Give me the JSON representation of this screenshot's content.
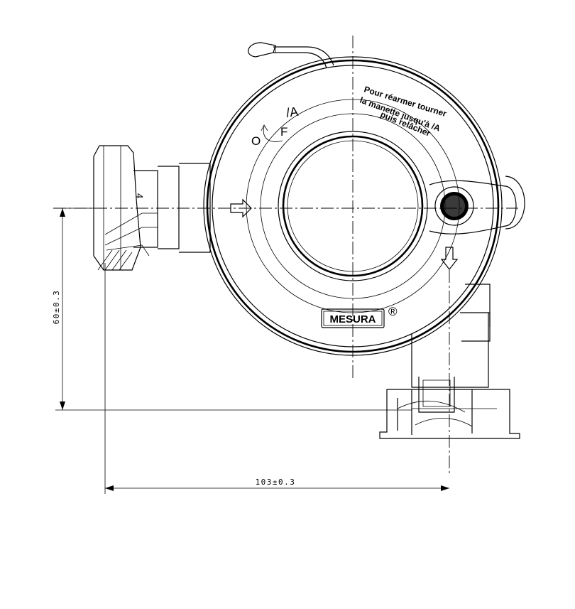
{
  "drawing": {
    "brand_label": "MESURA",
    "registered_mark": "®",
    "instruction_lines": [
      "Pour réarmer tourner",
      "la manette jusqu'à /A",
      "puis relâcher"
    ],
    "position_marks": {
      "open": "O",
      "closed": "F",
      "arm": "/A"
    },
    "inlet_mark": "4",
    "dimensions": {
      "vertical": "60±0.3",
      "horizontal": "103±0.3"
    }
  }
}
